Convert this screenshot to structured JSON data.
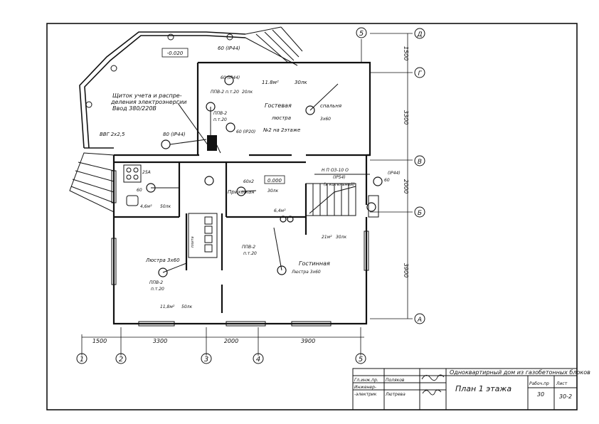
{
  "levels": {
    "outdoor": "-0.020",
    "floor": "0.000"
  },
  "axes": {
    "numbers": [
      "1",
      "2",
      "3",
      "4",
      "5",
      "5"
    ],
    "letters": [
      "Д",
      "Г",
      "В",
      "Б",
      "А"
    ]
  },
  "dims": {
    "horizontal": [
      "1500",
      "3300",
      "2000",
      "3900"
    ],
    "vertical": [
      "1500",
      "3300",
      "2000",
      "3900"
    ]
  },
  "annotations": {
    "panel_1": "Щиток учета и распре-",
    "panel_2": "деления электроэнергии",
    "panel_3": "Ввод 380/220В",
    "cable_in": "ВВГ 2х2,5",
    "lamp_80_ip44": "80 (IP44)",
    "lamp_60_ip44_top": "60 (IP44)",
    "ppv_left_top": "ППВ-2 п.т.20",
    "ppv_20lk": "20лк",
    "lamp_60_ip44_2": "60 (IP44)",
    "ppv_2": "ППВ-2",
    "ppv_2_sub": "п.т.20",
    "lamp_60_ip20": "60 (IP20)",
    "guest_area": "11.8м²",
    "guest_lux": "30лк",
    "guest_name": "Гостевая",
    "guest_sub": "люстра",
    "guest_note": "№2 на 2этаже",
    "bedroom": "спальня",
    "bedroom_lamp": "3х60",
    "heat": "Н  П  ОЗ-10 О",
    "heat_ip54": "(IP54)",
    "boiler": "(в котельной)",
    "lamp_60_ip44_right": "(IP44)",
    "lamp_60_right": "60",
    "fuse_25a": "25А",
    "lamp_60_kitchen": "60",
    "wc_area": "4,6м²",
    "wc_lux": "50лк",
    "hall": "Прихожая",
    "hall_lamp": "60х2",
    "hall_lux": "30лк",
    "stair_area": "6,4м²",
    "stove": "плита",
    "ppv_mid": "ППВ-2",
    "ppv_mid_sub": "п.т.20",
    "living": "Гостинная",
    "living_lamp": "Люстра 3х60",
    "living_area": "21м²",
    "living_lux": "30лк",
    "kitchen_lamp": "Люстра 3х60",
    "ppv_kitchen": "ППВ-2",
    "ppv_kitchen_sub": "п.т.20",
    "kitchen_area": "11,8м²",
    "kitchen_lux": "50лк"
  },
  "title_block": {
    "project": "Одноквартирный дом из газобетонных блоков",
    "sheet_title": "План 1 этажа",
    "roles": [
      "Гл.инж.пр.",
      "Инженер-",
      "-электрик"
    ],
    "names": [
      "Поляков",
      "",
      "Лютрева"
    ],
    "stage_label": "Рабоч.пр",
    "sheet_label": "Лист",
    "stage": "30",
    "sheet": "30-2"
  }
}
